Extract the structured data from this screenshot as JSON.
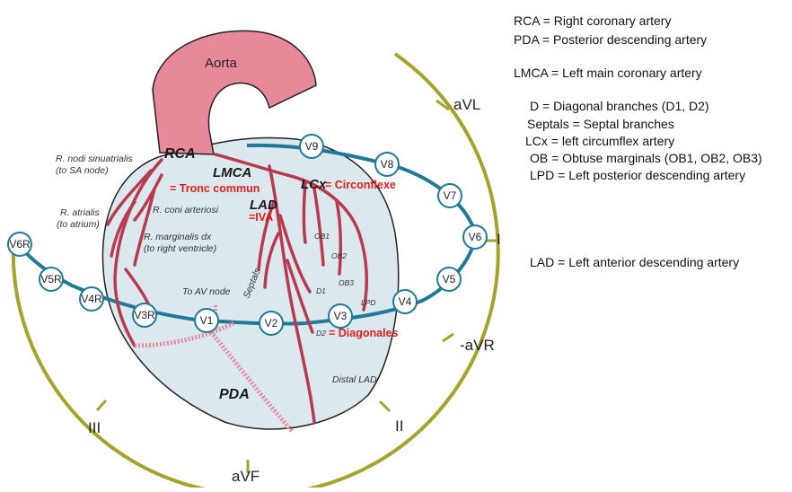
{
  "legend": {
    "rca": "RCA = Right coronary artery",
    "pda": "PDA = Posterior descending artery",
    "lmca": "LMCA = Left main coronary artery",
    "d": "D = Diagonal branches (D1, D2)",
    "septals": "Septals = Septal branches",
    "lcx": "LCx = left circumflex artery",
    "ob": "OB = Obtuse marginals (OB1, OB2, OB3)",
    "lpd": "LPD = Left posterior descending artery",
    "lad": "LAD = Left anterior descending artery"
  },
  "leads": {
    "avl": "aVL",
    "i": "I",
    "maVR": "-aVR",
    "ii": "II",
    "avf": "aVF",
    "iii": "III"
  },
  "electrodes": [
    "V1",
    "V2",
    "V3",
    "V4",
    "V5",
    "V6",
    "V7",
    "V8",
    "V9",
    "V3R",
    "V4R",
    "V5R",
    "V6R"
  ],
  "heart": {
    "aorta": "Aorta",
    "rca": "RCA",
    "lmca": "LMCA",
    "lad": "LAD",
    "lcx": "LCx",
    "pda": "PDA",
    "tronc": "= Tronc commun",
    "iva": "=IVA",
    "circ": "= Circonflexe",
    "diag": "= Diagonales",
    "nodi1": "R. nodi sinuatrialis",
    "nodi2": "(to SA node)",
    "atrialis1": "R. atrialis",
    "atrialis2": "(to atrium)",
    "coni": "R. coni arteriosi",
    "marg1": "R. marginalis dx",
    "marg2": "(to right ventricle)",
    "avnode": "To AV node",
    "septals": "Septals",
    "ob1": "OB1",
    "ob2": "OB2",
    "ob3": "OB3",
    "d1": "D1",
    "d2": "D2",
    "lpd": "LPD",
    "distal": "Distal LAD"
  },
  "colors": {
    "olive": "#a6a32c",
    "teal": "#1e7a96",
    "artery": "#b83a4e",
    "aorta": "#e8899a",
    "heart_fill": "#dbe9ee"
  }
}
